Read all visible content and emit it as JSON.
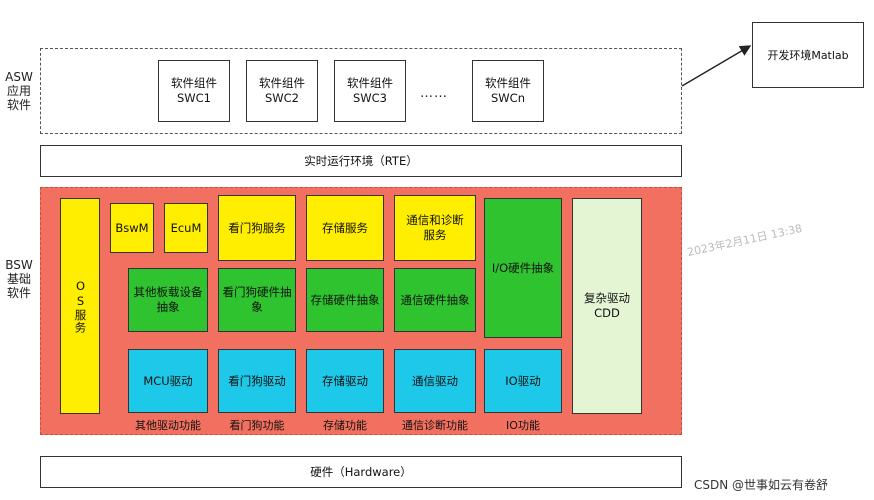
{
  "asw": {
    "label": "ASW\n应用\n软件",
    "swcs": [
      {
        "text": "软件组件\nSWC1"
      },
      {
        "text": "软件组件\nSWC2"
      },
      {
        "text": "软件组件\nSWC3"
      },
      {
        "text": "软件组件\nSWCn"
      }
    ],
    "ellipsis": "……"
  },
  "dev_env": "开发环境Matlab",
  "rte": "实时运行环境（RTE）",
  "bsw": {
    "label": "BSW\n基础\n软件",
    "os": "OS服务",
    "bswm": "BswM",
    "ecum": "EcuM",
    "watchdog_service": "看门狗服务",
    "storage_service": "存储服务",
    "comm_diag_service": "通信和诊断服务",
    "other_onboard_abstraction": "其他板载设备\n抽象",
    "watchdog_hw_abstraction": "看门狗硬件抽\n象",
    "storage_hw_abstraction": "存储硬件抽象",
    "comm_hw_abstraction": "通信硬件抽象",
    "io_hw_abstraction": "I/O硬件抽象",
    "complex_driver": "复杂驱动\nCDD",
    "mcu_driver": "MCU驱动",
    "watchdog_driver": "看门狗驱动",
    "storage_driver": "存储驱动",
    "comm_driver": "通信驱动",
    "io_driver": "IO驱动",
    "sub_other": "其他驱动功能",
    "sub_watchdog": "看门狗功能",
    "sub_storage": "存储功能",
    "sub_comm_diag": "通信诊断功能",
    "sub_io": "IO功能"
  },
  "hardware": "硬件（Hardware）",
  "credit": "CSDN @世事如云有卷舒",
  "watermark": "2023年2月11日 13:38"
}
